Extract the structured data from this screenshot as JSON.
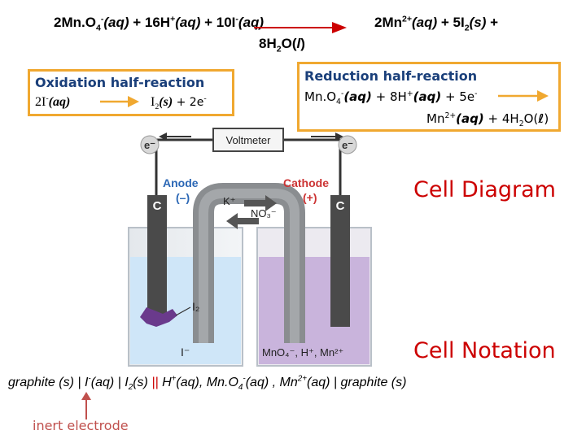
{
  "overall": {
    "left_a": "2Mn.O",
    "left_a_sub": "4",
    "left_a_sup": "-",
    "left_a_state": "(aq)",
    "left_b": " + 16H",
    "left_b_sup": "+",
    "left_b_state": "(aq)",
    "left_c": " + 10I",
    "left_c_sup": "-",
    "left_c_state": "(aq)",
    "right_a": "2Mn",
    "right_a_sup": "2+",
    "right_a_state": "(aq)",
    "right_b": " + 5I",
    "right_b_sub": "2",
    "right_b_state": "(s)",
    "right_c": " +",
    "line2_a": "8H",
    "line2_sub": "2",
    "line2_b": "O(",
    "line2_state": "l",
    "line2_c": ")"
  },
  "oxidation": {
    "title": "Oxidation half-reaction",
    "reactant": "2I",
    "reactant_sup": "-",
    "reactant_state": "(aq)",
    "product": "I",
    "product_sub": "2",
    "product_state": "(s)",
    "product_rest": " + 2e",
    "product_sup": "-"
  },
  "reduction": {
    "title": "Reduction half-reaction",
    "line1_a": "Mn.O",
    "line1_sub": "4",
    "line1_sup": "-",
    "line1_state": "(aq)",
    "line1_b": " + 8H",
    "line1_b_sup": "+",
    "line1_b_state": "(aq)",
    "line1_c": " + 5e",
    "line1_c_sup": "-",
    "line2_a": "Mn",
    "line2_sup": "2+",
    "line2_state": "(aq)",
    "line2_b": " + 4H",
    "line2_sub": "2",
    "line2_c": "O(",
    "line2_liq": "ℓ",
    "line2_d": ")"
  },
  "cell": {
    "voltmeter": "Voltmeter",
    "electron_left": "e⁻",
    "electron_right": "e⁻",
    "anode": "Anode",
    "anode_sign": "(–)",
    "cathode": "Cathode",
    "cathode_sign": "(+)",
    "electrode_left": "C",
    "electrode_right": "C",
    "salt_cation": "K⁺",
    "salt_anion": "NO₃⁻",
    "iodine": "I₂",
    "iodide": "I⁻",
    "right_solution": "MnO₄⁻, H⁺, Mn²⁺"
  },
  "labels": {
    "cell_diagram": "Cell Diagram",
    "cell_notation": "Cell Notation",
    "inert_electrode": "inert electrode"
  },
  "notation": {
    "p1": "graphite (s) | I",
    "p1_sup": "-",
    "p2": "(aq) | I",
    "p2_sub": "2",
    "p3": "(s) ",
    "bars": "||",
    "p4": " H",
    "p4_sup": "+",
    "p5": "(aq), Mn.O",
    "p5_sub": "4",
    "p5_sup": "-",
    "p6": "(aq) , Mn",
    "p6_sup": "2+",
    "p7": "(aq) | graphite (s)"
  },
  "colors": {
    "box_border": "#f0a830",
    "title_blue": "#1a3f7a",
    "label_red": "#cc0000",
    "arrow_red": "#cc0000",
    "arrow_orange": "#f0a830",
    "left_solution": "#cfe6f8",
    "right_solution": "#c9b4dc"
  }
}
